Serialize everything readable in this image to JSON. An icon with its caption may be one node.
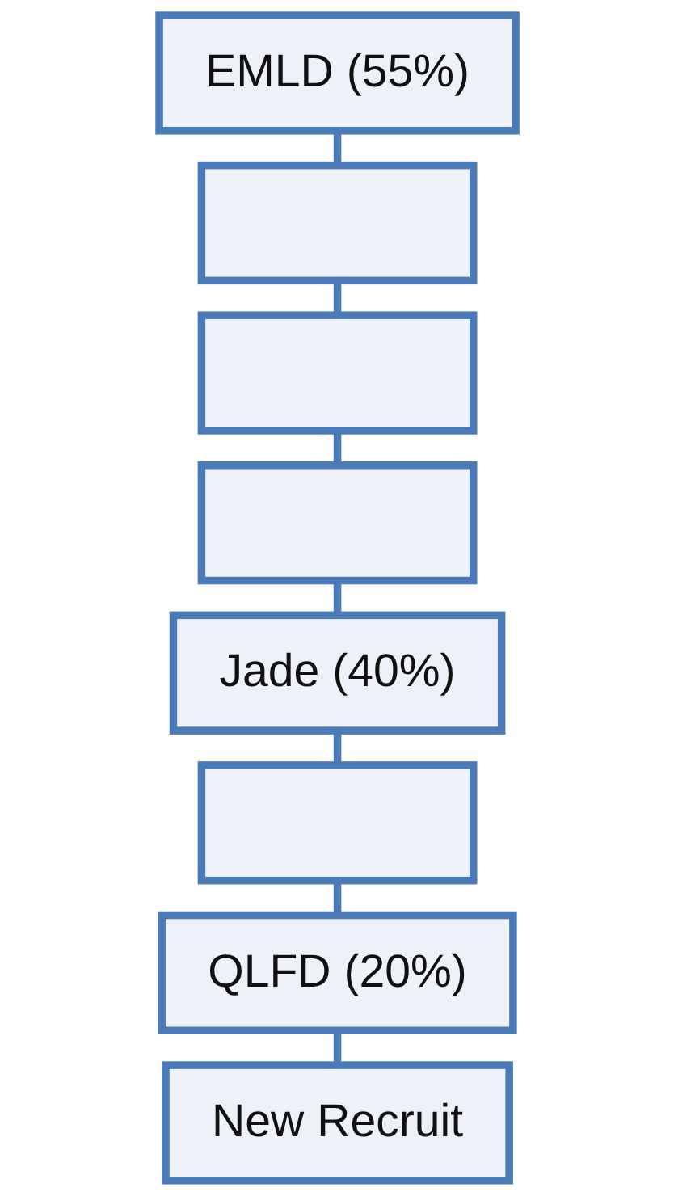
{
  "diagram": {
    "nodes": [
      {
        "text": [
          "EMLD (55%)"
        ]
      },
      {
        "text": [],
        "shape": "box"
      },
      {
        "text": [],
        "shape": "box"
      },
      {
        "text": [],
        "shape": "box"
      },
      {
        "text": [
          "Jade (40%)"
        ]
      },
      {
        "text": [],
        "shape": "box"
      },
      {
        "text": [
          "QLFD (20%)"
        ]
      },
      {
        "text": [
          "New Recruit"
        ]
      }
    ],
    "edges": [
      {
        "from": 0,
        "to": 1,
        "arrow": "none"
      },
      {
        "from": 1,
        "to": 2,
        "arrow": "none"
      },
      {
        "from": 2,
        "to": 3,
        "arrow": "none"
      },
      {
        "from": 3,
        "to": 4,
        "arrow": "none"
      },
      {
        "from": 4,
        "to": 5,
        "arrow": "none"
      },
      {
        "from": 5,
        "to": 6,
        "arrow": "none"
      },
      {
        "from": 6,
        "to": 7,
        "arrow": "none"
      }
    ]
  }
}
